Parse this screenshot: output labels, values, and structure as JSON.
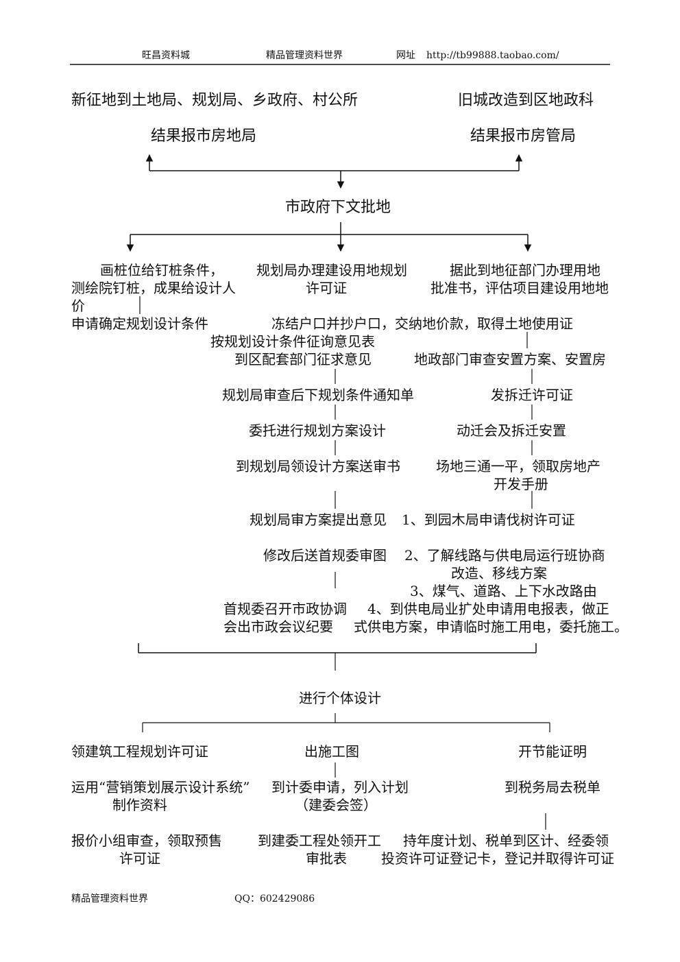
{
  "header": {
    "shop": "旺昌资料城",
    "title": "精品管理资料世界",
    "url_label": "网址",
    "url": "http://tb99888.taobao.com/"
  },
  "top": {
    "left_title": "新征地到土地局、规划局、乡政府、村公所",
    "right_title": "旧城改造到区地政科",
    "left_result": "结果报市房地局",
    "right_result": "结果报市房管局",
    "city_approval": "市政府下文批地"
  },
  "left_col": {
    "pile_1": "画桩位给钉桩条件，",
    "pile_2": "测绘院钉桩，成果给设计人",
    "pile_3": "价",
    "apply_conditions": "申请确定规划设计条件"
  },
  "mid_col": {
    "permit_1": "规划局办理建设用地规划",
    "permit_2": "许可证",
    "opinion_form": "按规划设计条件征询意见表",
    "supporting_depts": "到区配套部门征求意见",
    "notice": "规划局审查后下规划条件通知单",
    "scheme_design": "委托进行规划方案设计",
    "submit_book": "到规划局领设计方案送审书",
    "review_opinion": "规划局审方案提出意见",
    "revise_submit": "修改后送首规委审图",
    "meeting_1": "首规委召开市政协调",
    "meeting_2": "会出市政会议纪要"
  },
  "right_col": {
    "land_1": "据此到地征部门办理用地",
    "land_2": "批准书，评估项目建设用地地",
    "freeze": "冻结户口并抄户口，交纳地价款，取得土地使用证",
    "resettlement_review": "地政部门审查安置方案、安置房",
    "demolition_permit": "发拆迁许可证",
    "mobilization": "动迁会及拆迁安置",
    "site_1": "场地三通一平，领取房地产",
    "site_2": "开发手册",
    "item1": "1、到园木局申请伐树许可证",
    "item2_1": "2、了解线路与供电局运行班协商",
    "item2_2": "改造、移线方案",
    "item3": "3、煤气、道路、上下水改路由",
    "item4_1": "4、到供电局业扩处申请用电报表，做正",
    "item4_2": "式供电方案，申请临时施工用电，委托施工。"
  },
  "individual_design": "进行个体设计",
  "bottom": {
    "left_1": "领建筑工程规划许可证",
    "left_2a": "运用“营销策划展示设计系统”",
    "left_2b": "制作资料",
    "left_3a": "报价小组审查，领取预售",
    "left_3b": "许可证",
    "mid_1": "出施工图",
    "mid_2a": "到计委申请，列入计划",
    "mid_2b": "（建委会签）",
    "mid_3a": "到建委工程处领开工",
    "mid_3b": "审批表",
    "right_1": "开节能证明",
    "right_2": "到税务局去税单",
    "right_3a": "持年度计划、税单到区计、经委领",
    "right_3b": "投资许可证登记卡，登记并取得许可证"
  },
  "footer": {
    "left": "精品管理资料世界",
    "qq": "QQ：602429086"
  }
}
